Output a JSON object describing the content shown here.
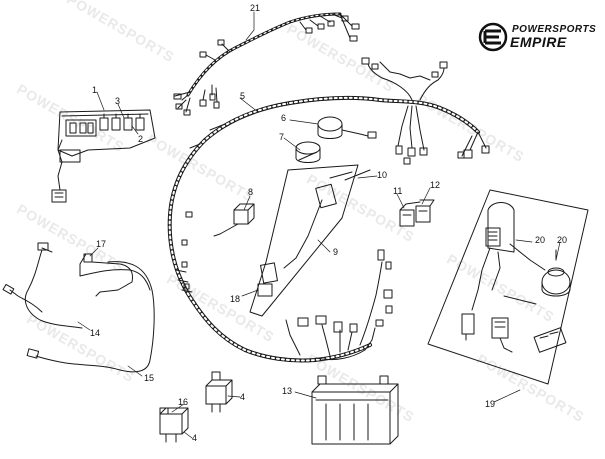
{
  "brand": {
    "line1": "POWERSPORTS",
    "line2": "EMPIRE"
  },
  "watermark": "POWERSPORTS",
  "callouts": [
    "21",
    "1",
    "3",
    "2",
    "5",
    "6",
    "7",
    "10",
    "8",
    "11",
    "12",
    "9",
    "18",
    "17",
    "14",
    "15",
    "20",
    "20",
    "13",
    "19",
    "16",
    "4",
    "4"
  ],
  "colors": {
    "line": "#1a1a1a",
    "watermark": "#e9e9e9"
  }
}
